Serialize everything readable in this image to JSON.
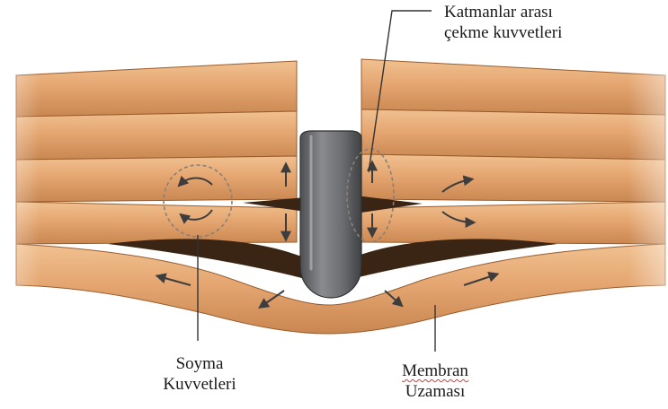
{
  "labels": {
    "interlayer": {
      "line1": "Katmanlar arası",
      "line2": "çekme kuvvetleri"
    },
    "peeling": {
      "line1": "Soyma",
      "line2": "Kuvvetleri"
    },
    "membrane": {
      "line1": "Membran",
      "line2": "Uzaması"
    }
  },
  "colors": {
    "wood_light": "#e9b07d",
    "wood_mid": "#d4935a",
    "wood_edge": "#9a5c2c",
    "gap_dark": "#3a2414",
    "projectile": "#6f7073",
    "arrow": "#3d3d3d",
    "dashed_circle": "#8a7f77"
  },
  "icons": {
    "projectile": "bullet-shape",
    "arrows": "curved-arrow"
  }
}
